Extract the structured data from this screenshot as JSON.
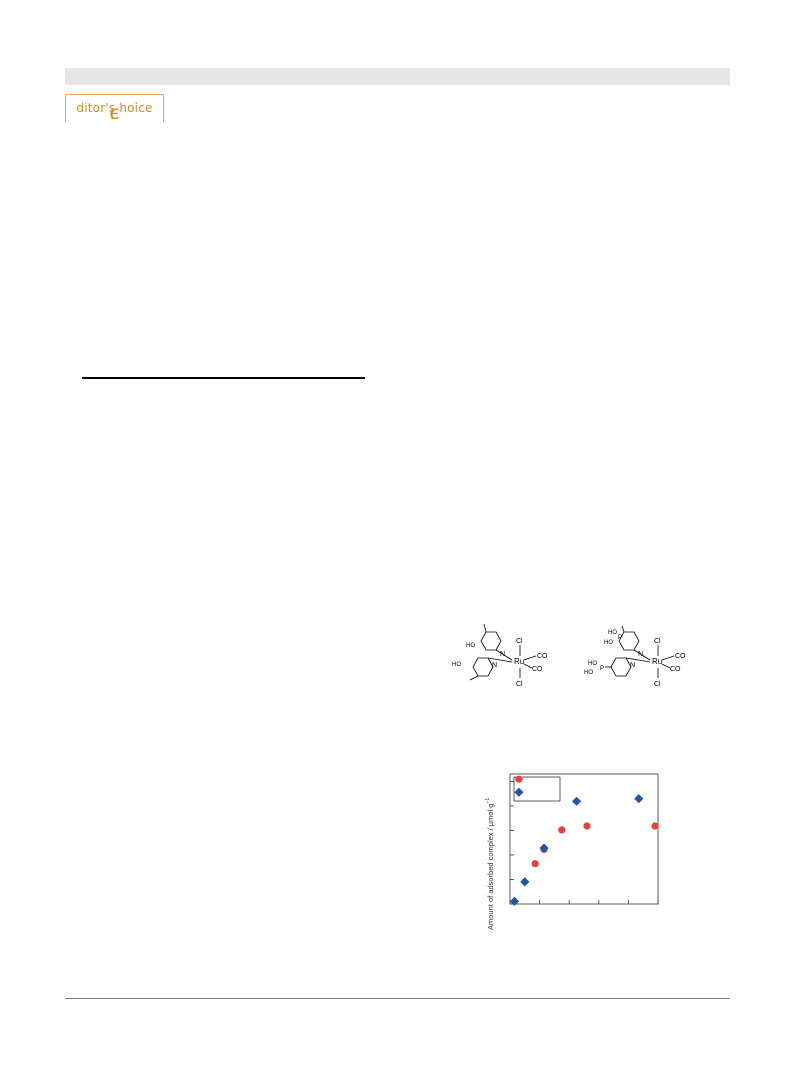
{
  "header": {
    "badge_label": "Editor's Choice"
  },
  "structures": {
    "left": {
      "metal": "Ru",
      "ligands": [
        "Cl",
        "Cl",
        "CO",
        "CO"
      ],
      "substituents": [
        "HO",
        "HO"
      ],
      "ring_atoms": [
        "N",
        "N"
      ]
    },
    "right": {
      "metal": "Ru",
      "ligands": [
        "Cl",
        "Cl",
        "CO",
        "CO"
      ],
      "substituents": [
        "HO",
        "HO",
        "HO",
        "HO"
      ],
      "phosphorus": [
        "P",
        "P"
      ],
      "ring_atoms": [
        "N",
        "N"
      ]
    }
  },
  "chart_data": {
    "type": "scatter",
    "ylabel": "Amount of adsorbed complex / µmol g",
    "ylabel_superscript": "−1",
    "legend_position": "top-left",
    "grid": false,
    "xlim": [
      0,
      1
    ],
    "ylim": [
      0,
      1
    ],
    "series": [
      {
        "marker": "circle",
        "color": "#e8403c",
        "points": [
          [
            0.06,
            0.96
          ],
          [
            0.17,
            0.31
          ],
          [
            0.23,
            0.42
          ],
          [
            0.35,
            0.57
          ],
          [
            0.52,
            0.6
          ],
          [
            0.98,
            0.6
          ]
        ]
      },
      {
        "marker": "diamond",
        "color": "#2255a4",
        "points": [
          [
            0.06,
            0.86
          ],
          [
            0.03,
            0.02
          ],
          [
            0.1,
            0.17
          ],
          [
            0.23,
            0.43
          ],
          [
            0.45,
            0.79
          ],
          [
            0.87,
            0.81
          ]
        ]
      }
    ]
  }
}
